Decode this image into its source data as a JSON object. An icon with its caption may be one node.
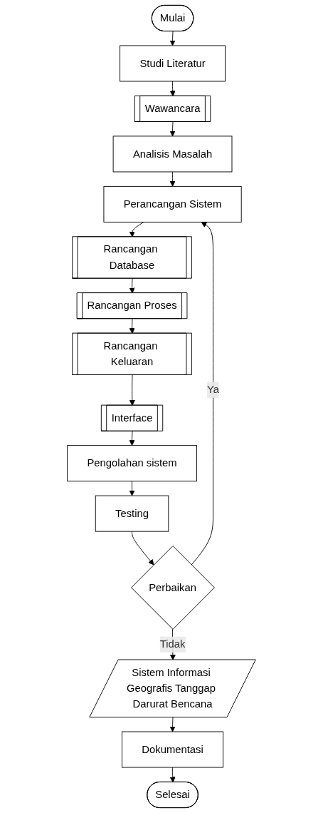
{
  "diagram": {
    "nodes": [
      {
        "text": [
          "Mulai"
        ]
      },
      {
        "text": [
          "Studi Literatur"
        ]
      },
      {
        "text": [
          "Wawancara"
        ]
      },
      {
        "text": [
          "Analisis Masalah"
        ]
      },
      {
        "text": [
          "Perancangan Sistem"
        ]
      },
      {
        "text": [
          "Rancangan Database"
        ]
      },
      {
        "text": [
          "Rancangan Proses"
        ]
      },
      {
        "text": [
          "Rancangan Keluaran"
        ]
      },
      {
        "text": [
          "Interface"
        ]
      },
      {
        "text": [
          "Pengolahan sistem"
        ]
      },
      {
        "text": [
          "Testing"
        ]
      },
      {
        "text": [
          "Perbaikan"
        ]
      },
      {
        "text": [
          "Sistem Informasi Geografis Tanggap Darurat Bencana"
        ]
      },
      {
        "text": [
          "Dokumentasi"
        ]
      },
      {
        "text": [
          "Selesai"
        ]
      }
    ],
    "edges": [
      {
        "from": 0,
        "to": 1,
        "arrow": "to"
      },
      {
        "from": 1,
        "to": 2,
        "arrow": "to"
      },
      {
        "from": 2,
        "to": 3,
        "arrow": "to"
      },
      {
        "from": 3,
        "to": 4,
        "arrow": "to"
      },
      {
        "from": 4,
        "to": 5,
        "arrow": "to"
      },
      {
        "from": 5,
        "to": 6,
        "arrow": "to"
      },
      {
        "from": 6,
        "to": 7,
        "arrow": "to"
      },
      {
        "from": 7,
        "to": 8,
        "arrow": "to"
      },
      {
        "from": 8,
        "to": 9,
        "arrow": "to"
      },
      {
        "from": 9,
        "to": 10,
        "arrow": "to"
      },
      {
        "from": 10,
        "to": 11,
        "arrow": "to"
      },
      {
        "from": 11,
        "to": 4,
        "label": "Ya",
        "arrow": "to"
      },
      {
        "from": 11,
        "to": 12,
        "label": "Tidak",
        "arrow": "to"
      },
      {
        "from": 12,
        "to": 13,
        "arrow": "to"
      },
      {
        "from": 13,
        "to": 14,
        "arrow": "to"
      }
    ]
  }
}
